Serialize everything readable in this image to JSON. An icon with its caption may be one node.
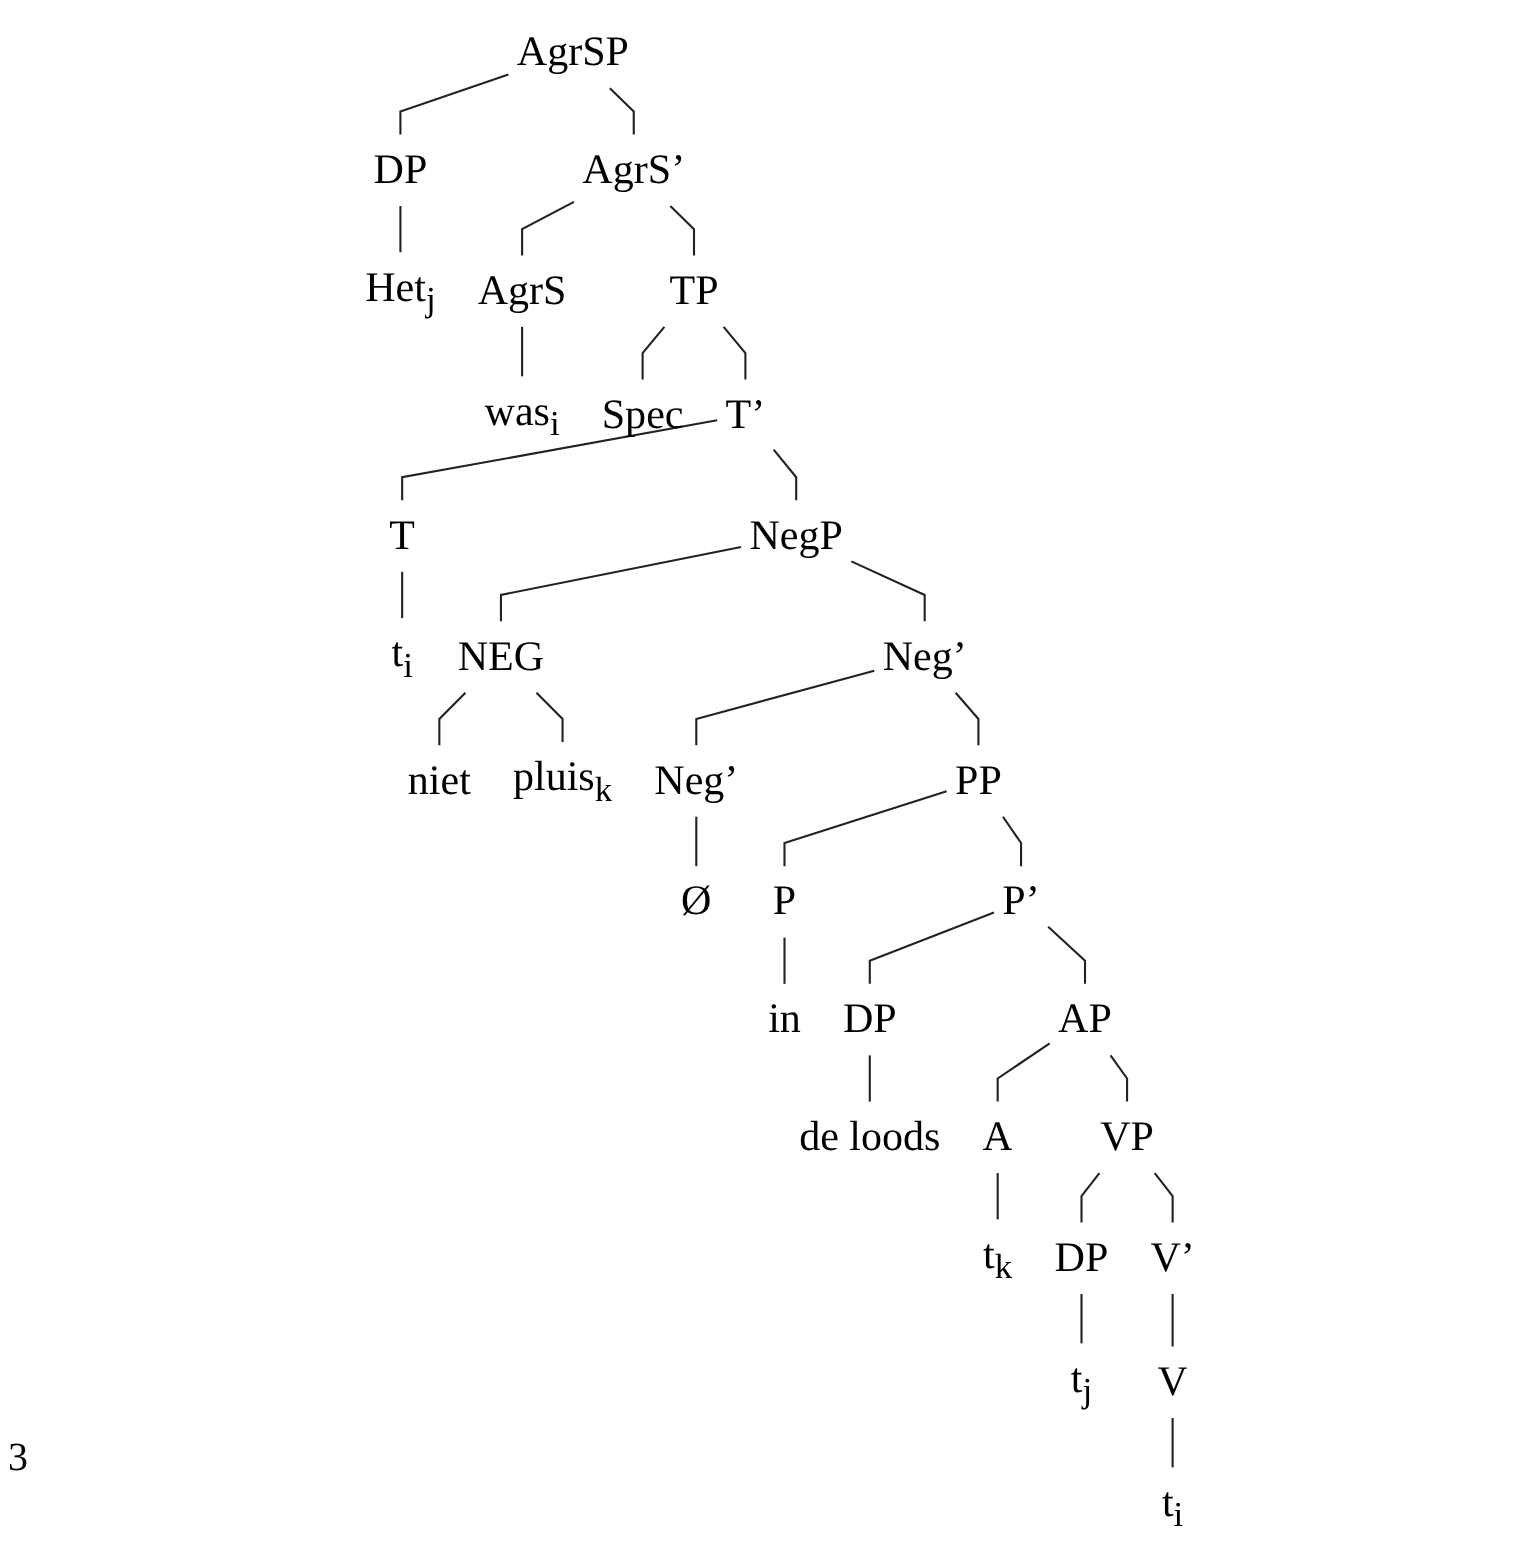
{
  "diagram": {
    "nodes": [
      {
        "text": [
          "AgrSP"
        ]
      },
      {
        "text": [
          "DP"
        ]
      },
      {
        "text": [
          "AgrS’"
        ]
      },
      {
        "text": [
          "Het$_{j}$"
        ]
      },
      {
        "text": [
          "AgrS"
        ]
      },
      {
        "text": [
          "TP"
        ]
      },
      {
        "text": [
          "was$_{i}$"
        ]
      },
      {
        "text": [
          "Spec"
        ]
      },
      {
        "text": [
          "T’"
        ]
      },
      {
        "text": [
          "T"
        ]
      },
      {
        "text": [
          "NegP"
        ]
      },
      {
        "text": [
          "t$_{i}$"
        ]
      },
      {
        "text": [
          "NEG"
        ]
      },
      {
        "text": [
          "Neg’"
        ]
      },
      {
        "text": [
          "niet"
        ]
      },
      {
        "text": [
          "pluis$_{k}$"
        ]
      },
      {
        "text": [
          "Neg’"
        ]
      },
      {
        "text": [
          "PP"
        ]
      },
      {
        "text": [
          "Ø"
        ]
      },
      {
        "text": [
          "P"
        ]
      },
      {
        "text": [
          "P’"
        ]
      },
      {
        "text": [
          "in"
        ]
      },
      {
        "text": [
          "DP"
        ]
      },
      {
        "text": [
          "AP"
        ]
      },
      {
        "text": [
          "de loods"
        ]
      },
      {
        "text": [
          "A"
        ]
      },
      {
        "text": [
          "VP"
        ]
      },
      {
        "text": [
          "t$_{k}$"
        ]
      },
      {
        "text": [
          "DP"
        ]
      },
      {
        "text": [
          "V’"
        ]
      },
      {
        "text": [
          "t$_{j}$"
        ]
      },
      {
        "text": [
          "V"
        ]
      },
      {
        "text": [
          "t$_{i}$"
        ]
      }
    ],
    "edges": [
      {
        "from": 0,
        "to": 1,
        "arrow": "none"
      },
      {
        "from": 0,
        "to": 2,
        "arrow": "none"
      },
      {
        "from": 1,
        "to": 3,
        "arrow": "none"
      },
      {
        "from": 2,
        "to": 4,
        "arrow": "none"
      },
      {
        "from": 2,
        "to": 5,
        "arrow": "none"
      },
      {
        "from": 4,
        "to": 6,
        "arrow": "none"
      },
      {
        "from": 5,
        "to": 7,
        "arrow": "none"
      },
      {
        "from": 5,
        "to": 8,
        "arrow": "none"
      },
      {
        "from": 8,
        "to": 9,
        "arrow": "none"
      },
      {
        "from": 8,
        "to": 10,
        "arrow": "none"
      },
      {
        "from": 9,
        "to": 11,
        "arrow": "none"
      },
      {
        "from": 10,
        "to": 12,
        "arrow": "none"
      },
      {
        "from": 10,
        "to": 13,
        "arrow": "none"
      },
      {
        "from": 12,
        "to": 14,
        "arrow": "none"
      },
      {
        "from": 12,
        "to": 15,
        "arrow": "none"
      },
      {
        "from": 13,
        "to": 16,
        "arrow": "none"
      },
      {
        "from": 13,
        "to": 17,
        "arrow": "none"
      },
      {
        "from": 16,
        "to": 18,
        "arrow": "none"
      },
      {
        "from": 17,
        "to": 19,
        "arrow": "none"
      },
      {
        "from": 17,
        "to": 20,
        "arrow": "none"
      },
      {
        "from": 19,
        "to": 21,
        "arrow": "none"
      },
      {
        "from": 20,
        "to": 22,
        "arrow": "none"
      },
      {
        "from": 20,
        "to": 23,
        "arrow": "none"
      },
      {
        "from": 22,
        "to": 24,
        "arrow": "none"
      },
      {
        "from": 23,
        "to": 25,
        "arrow": "none"
      },
      {
        "from": 23,
        "to": 26,
        "arrow": "none"
      },
      {
        "from": 25,
        "to": 27,
        "arrow": "none"
      },
      {
        "from": 26,
        "to": 28,
        "arrow": "none"
      },
      {
        "from": 26,
        "to": 29,
        "arrow": "none"
      },
      {
        "from": 28,
        "to": 30,
        "arrow": "none"
      },
      {
        "from": 29,
        "to": 31,
        "arrow": "none"
      },
      {
        "from": 31,
        "to": 32,
        "arrow": "none"
      }
    ],
    "labels": [
      "3"
    ]
  }
}
